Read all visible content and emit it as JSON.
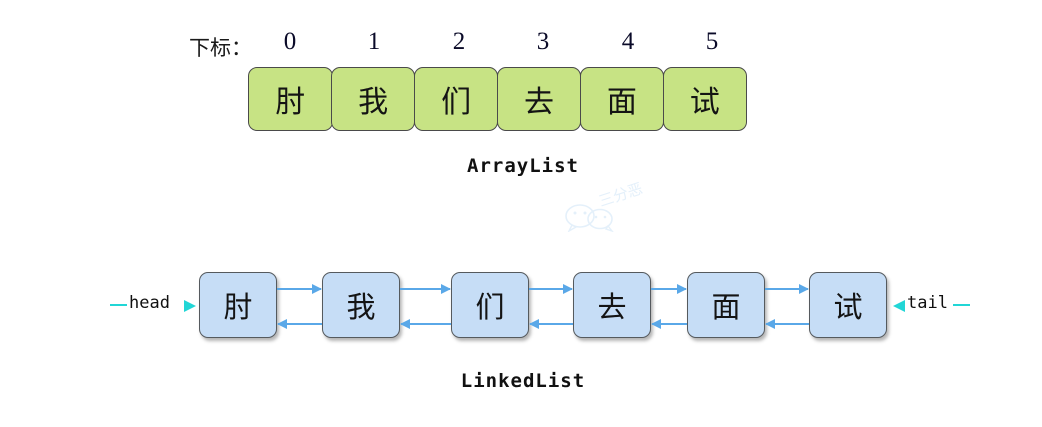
{
  "arraylist": {
    "index_label": "下标：",
    "indices": [
      "0",
      "1",
      "2",
      "3",
      "4",
      "5"
    ],
    "cells": [
      "肘",
      "我",
      "们",
      "去",
      "面",
      "试"
    ],
    "caption": "ArrayList",
    "cell_fill_color": "#c7e384",
    "cell_border_color": "#4a4a4a"
  },
  "linkedlist": {
    "nodes": [
      "肘",
      "我",
      "们",
      "去",
      "面",
      "试"
    ],
    "caption": "LinkedList",
    "head_label": "head",
    "tail_label": "tail",
    "node_fill_color": "#c6ddf6",
    "node_border_color": "#555a5e",
    "arrow_color": "#5aa8e8",
    "pointer_color": "#21d6d6"
  },
  "watermark": {
    "text": "三分恶",
    "color": "#cfe4f7"
  }
}
